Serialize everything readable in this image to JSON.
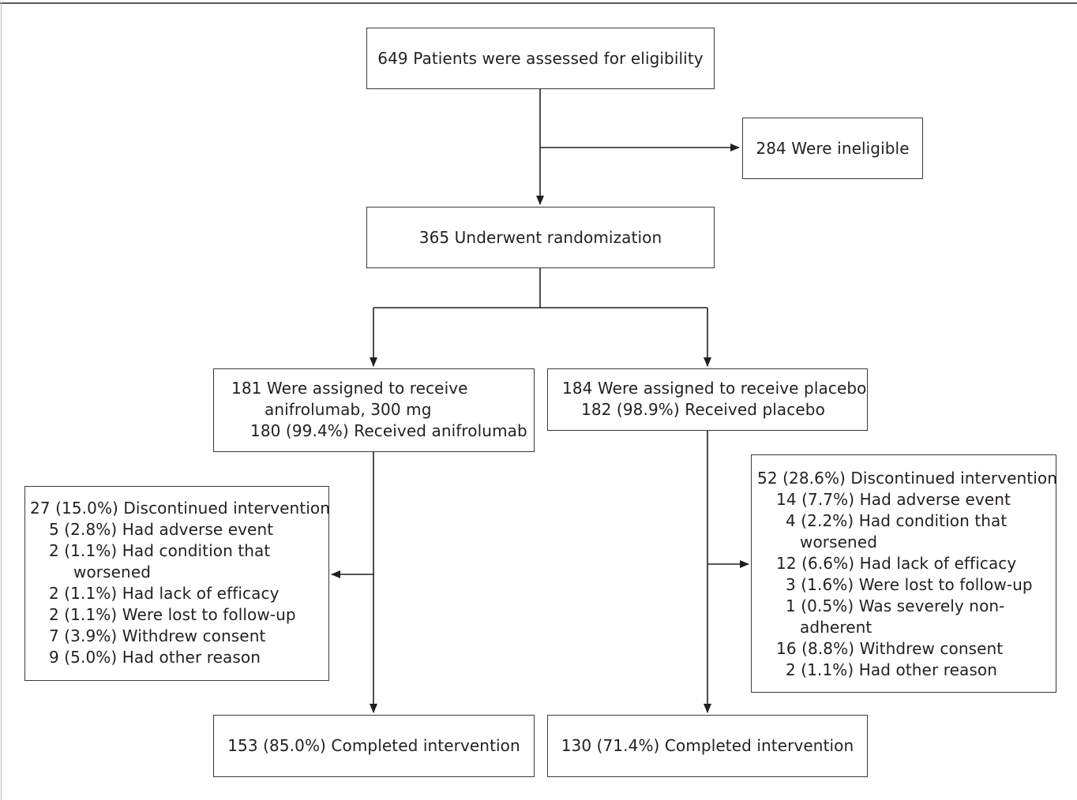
{
  "flowchart": {
    "screening": "649 Patients were assessed for eligibility",
    "ineligible": "284 Were ineligible",
    "randomized": "365 Underwent randomization",
    "anifrolumab": {
      "assigned_line1": "181 Were assigned to receive",
      "assigned_line2": "anifrolumab, 300 mg",
      "received": "180 (99.4%) Received anifrolumab",
      "discontinued": {
        "header": "27 (15.0%) Discontinued intervention",
        "reasons": [
          "5 (2.8%) Had adverse event",
          "2 (1.1%) Had condition that",
          "worsened",
          "2 (1.1%) Had lack of efficacy",
          "2 (1.1%) Were lost to follow-up",
          "7 (3.9%) Withdrew consent",
          "9 (5.0%) Had other reason"
        ]
      },
      "completed": "153 (85.0%) Completed intervention"
    },
    "placebo": {
      "assigned": "184 Were assigned to receive placebo",
      "received": "182 (98.9%) Received placebo",
      "discontinued": {
        "header": "52 (28.6%) Discontinued intervention",
        "reasons": [
          "14 (7.7%) Had adverse event",
          "4 (2.2%) Had condition that",
          "worsened",
          "12 (6.6%) Had lack of efficacy",
          "3 (1.6%) Were lost to follow-up",
          "1 (0.5%) Was severely non-",
          "adherent",
          "16 (8.8%) Withdrew consent",
          "2 (1.1%) Had other reason"
        ]
      },
      "completed": "130 (71.4%) Completed intervention"
    }
  }
}
